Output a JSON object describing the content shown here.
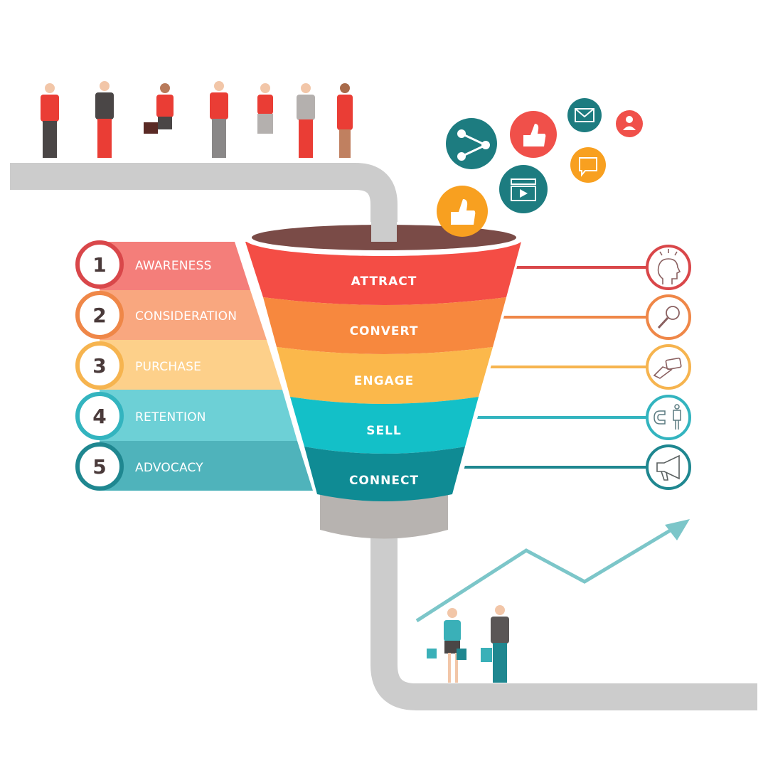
{
  "stages": [
    {
      "number": "1",
      "label": "AWARENESS",
      "color": "#f47e7a",
      "ring": "#d9474a"
    },
    {
      "number": "2",
      "label": "CONSIDERATION",
      "color": "#f9a77f",
      "ring": "#ef8748"
    },
    {
      "number": "3",
      "label": "PURCHASE",
      "color": "#fdd08a",
      "ring": "#f6b44f"
    },
    {
      "number": "4",
      "label": "RETENTION",
      "color": "#6dd0d6",
      "ring": "#33b4bf"
    },
    {
      "number": "5",
      "label": "ADVOCACY",
      "color": "#4fb3bb",
      "ring": "#1f8790"
    }
  ],
  "funnel": {
    "layers": [
      {
        "label": "ATTRACT",
        "color": "#f44d45"
      },
      {
        "label": "CONVERT",
        "color": "#f7883e"
      },
      {
        "label": "ENGAGE",
        "color": "#fbb84b"
      },
      {
        "label": "SELL",
        "color": "#13c0c8"
      },
      {
        "label": "CONNECT",
        "color": "#0f8b94"
      }
    ],
    "rim_color": "#7a4b47",
    "spout_color": "#b7b3b0"
  },
  "right_icons": [
    {
      "name": "idea-head-icon",
      "color": "#d9474a"
    },
    {
      "name": "magnifier-icon",
      "color": "#ef8748"
    },
    {
      "name": "payment-card-hand-icon",
      "color": "#f6b44f"
    },
    {
      "name": "magnet-customer-icon",
      "color": "#33b4bf"
    },
    {
      "name": "megaphone-icon",
      "color": "#1f8790"
    }
  ],
  "social_icons": [
    {
      "name": "share-icon",
      "color": "#1d7c80"
    },
    {
      "name": "thumbs-up-icon",
      "color": "#f0504a"
    },
    {
      "name": "mail-icon",
      "color": "#1d7c80"
    },
    {
      "name": "user-icon",
      "color": "#f0504a"
    },
    {
      "name": "chat-bubble-icon",
      "color": "#f8a020"
    },
    {
      "name": "video-clapper-icon",
      "color": "#1d7c80"
    },
    {
      "name": "thumbs-up-icon",
      "color": "#f8a020"
    }
  ],
  "pipe_color": "#cccccc",
  "trend_color": "#7cc6c9",
  "people_top_count": 7,
  "people_bottom_count": 2
}
